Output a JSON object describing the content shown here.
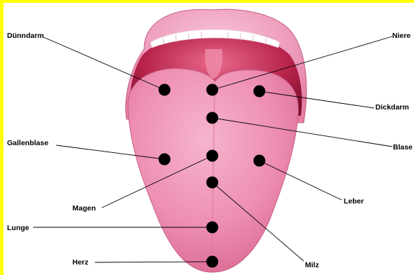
{
  "colors": {
    "page_border": "#FFFF00",
    "background": "#FFFFFF",
    "tongue": "#EE8CB0",
    "lips": "#F0A2C4",
    "mouth_inside": "#B31E47",
    "teeth": "#FFFFFF",
    "points": "#000000"
  },
  "labels": {
    "duenndarm": "Dünndarm",
    "niere": "Niere",
    "dickdarm": "Dickdarm",
    "blase": "Blase",
    "gallenblase": "Gallenblase",
    "leber": "Leber",
    "magen": "Magen",
    "lunge": "Lunge",
    "herz": "Herz",
    "milz": "Milz"
  }
}
